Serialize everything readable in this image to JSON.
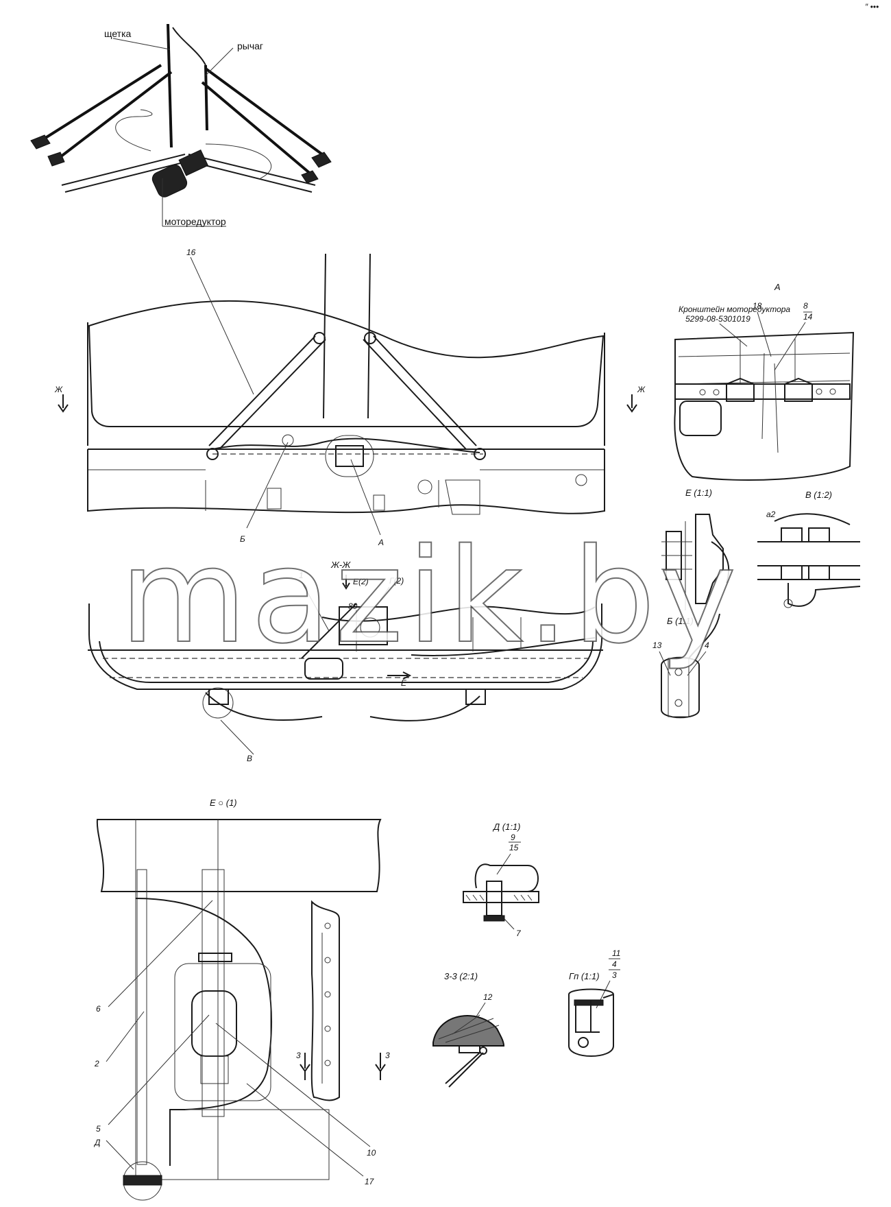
{
  "corner_mark": "″ •••",
  "watermark": "mazik.by",
  "photo_labels": {
    "brush": "щетка",
    "lever": "рычаг",
    "motor": "моторедуктор"
  },
  "views": {
    "main_16": "16",
    "main_b": "Б",
    "main_a": "А",
    "section_left": "Ж",
    "section_right": "Ж",
    "a_title": "А",
    "a_bracket_line1": "Кронштейн моторедуктора",
    "a_bracket_line2": "5299-08-5301019",
    "a_18": "18",
    "a_8": "8",
    "a_14": "14",
    "e_title": "Е (1:1)",
    "v_title": "В (1:2)",
    "v_a2": "а2",
    "b_title": "Б (1:1)",
    "b_13": "13",
    "b_4": "4",
    "xx_title": "Ж-Ж",
    "xx_1": "1",
    "xx_e2": "Е(2)",
    "xx_g2": "Г(2)",
    "xx_80": "80",
    "xx_e": "Е",
    "xx_v": "В",
    "eo_title": "Е ○ (1)",
    "eo_6": "6",
    "eo_2": "2",
    "eo_5": "5",
    "eo_d": "Д",
    "eo_10": "10",
    "eo_17": "17",
    "eo_3a": "3",
    "eo_3b": "3",
    "d_title": "Д (1:1)",
    "d_9": "9",
    "d_15": "15",
    "d_7": "7",
    "z_title": "3-3 (2:1)",
    "z_12": "12",
    "g_title": "Гп (1:1)",
    "g_11": "11",
    "g_4": "4",
    "g_3": "3"
  }
}
